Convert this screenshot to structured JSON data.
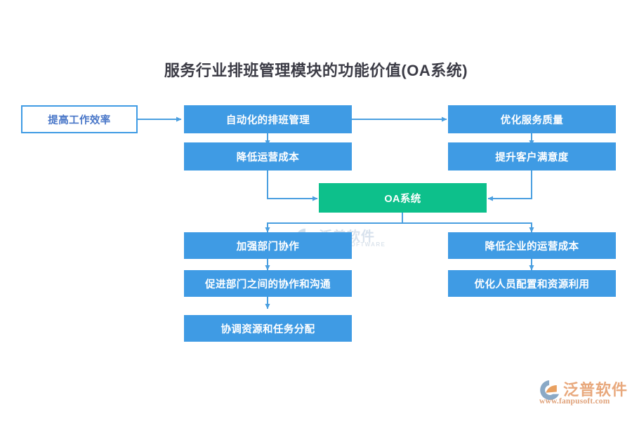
{
  "title": "服务行业排班管理模块的功能价值(OA系统)",
  "colors": {
    "blue": "#3f9be4",
    "green": "#0dc08b",
    "outline_text": "#4876c8",
    "connector": "#4a9fe0",
    "title_text": "#3c3c46",
    "logo_orange": "#e8a87c",
    "watermark": "#9fb8d4"
  },
  "nodes": {
    "entry": {
      "label": "提高工作效率",
      "style": "outline"
    },
    "auto_scheduling": {
      "label": "自动化的排班管理",
      "style": "blue"
    },
    "reduce_cost": {
      "label": "降低运营成本",
      "style": "blue"
    },
    "optimize_service": {
      "label": "优化服务质量",
      "style": "blue"
    },
    "customer_satisfaction": {
      "label": "提升客户满意度",
      "style": "blue"
    },
    "oa_system": {
      "label": "OA系统",
      "style": "green"
    },
    "dept_collab": {
      "label": "加强部门协作",
      "style": "blue"
    },
    "dept_communication": {
      "label": "促进部门之间的协作和沟通",
      "style": "blue"
    },
    "resource_task": {
      "label": "协调资源和任务分配",
      "style": "blue"
    },
    "enterprise_cost": {
      "label": "降低企业的运营成本",
      "style": "blue"
    },
    "staff_resource": {
      "label": "优化人员配置和资源利用",
      "style": "blue"
    }
  },
  "watermark": {
    "cn": "泛普软件",
    "en": "FANPU SOFTWARE"
  },
  "brand": {
    "name": "泛普软件",
    "url": "www.fanpusoft.com"
  }
}
